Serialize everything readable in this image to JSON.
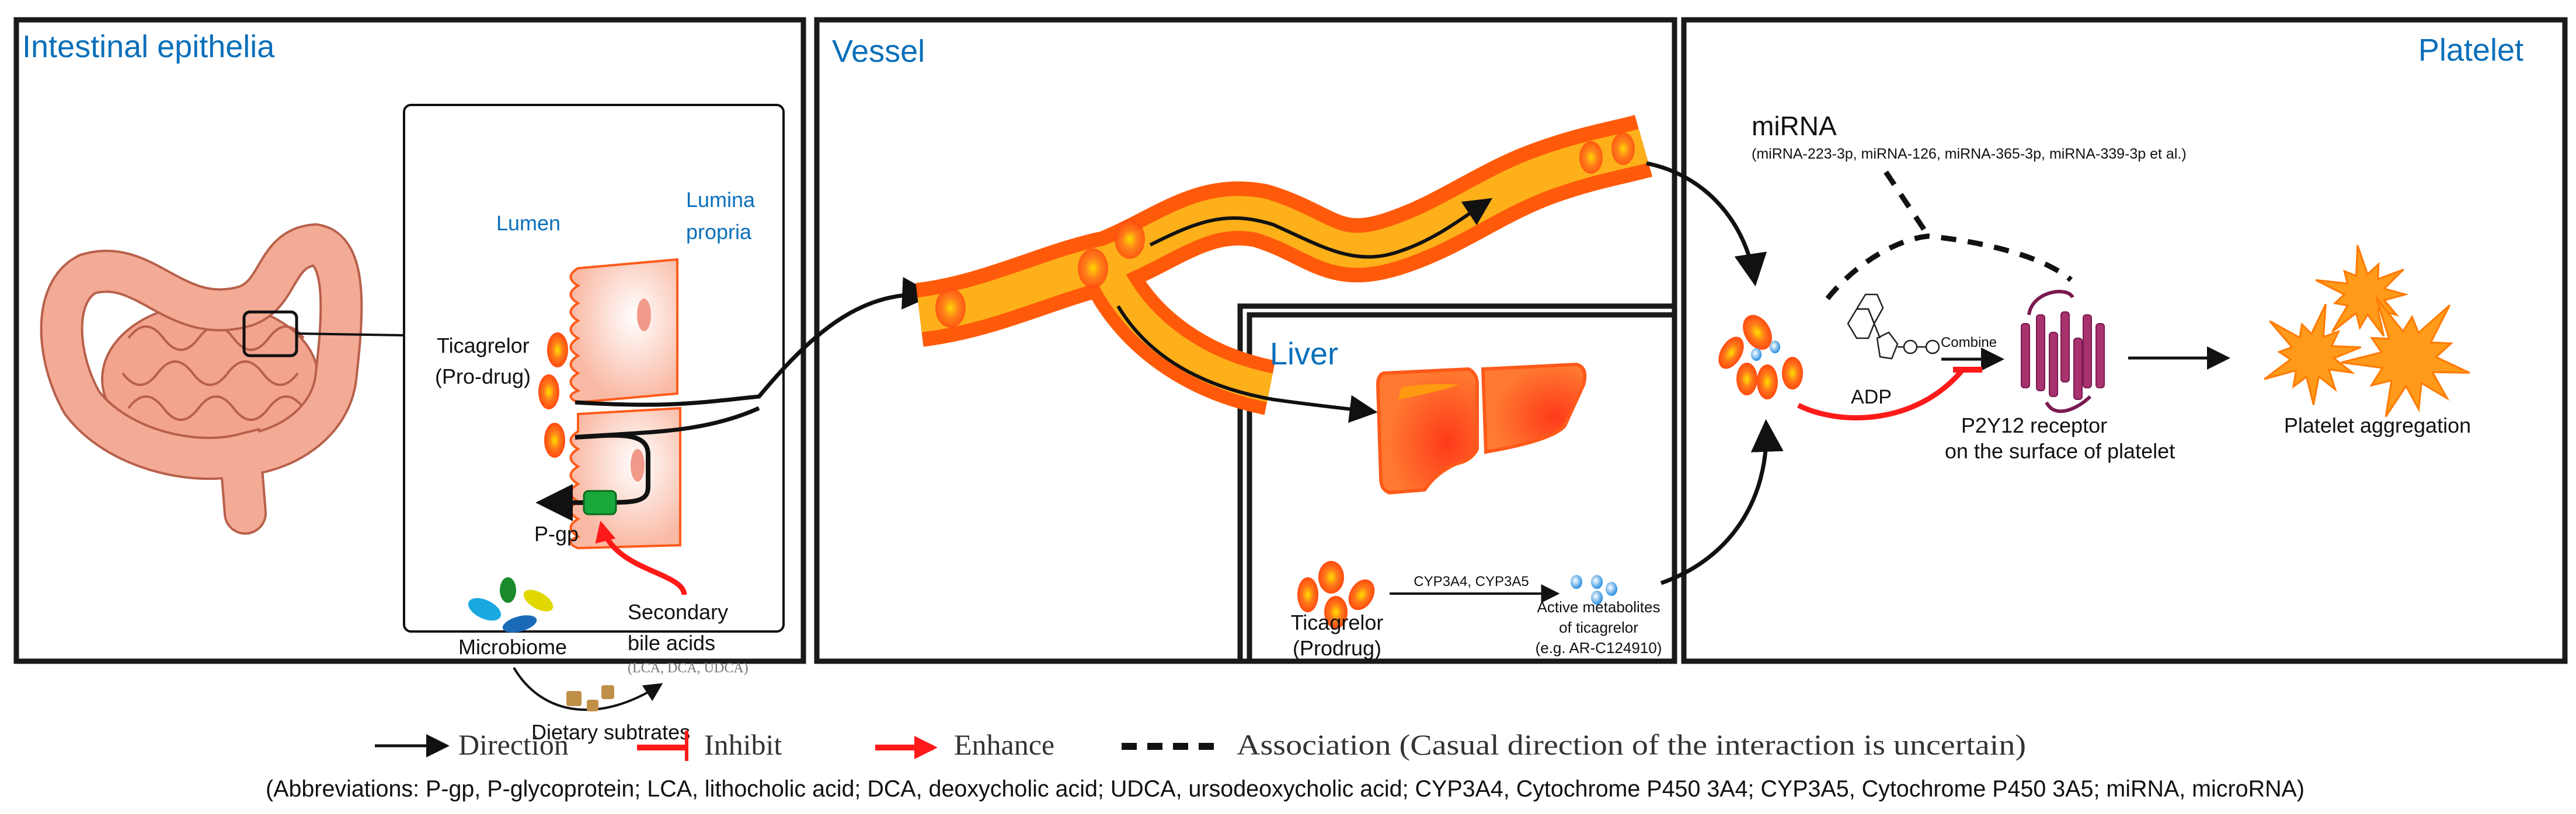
{
  "panels": {
    "intestine": {
      "title": "Intestinal epithelia",
      "lumen": "Lumen",
      "lamina_1": "Lumina",
      "lamina_2": "propria",
      "drug_1": "Ticagrelor",
      "drug_2": "(Pro-drug)",
      "pgp": "P-gp",
      "microbiome": "Microbiome",
      "bile_1": "Secondary",
      "bile_2": "bile acids",
      "bile_3": "(LCA, DCA, UDCA)",
      "dietary": "Dietary subtrates"
    },
    "vessel": {
      "title": "Vessel"
    },
    "liver": {
      "title": "Liver",
      "drug_1": "Ticagrelor",
      "drug_2": "(Prodrug)",
      "enzymes": "CYP3A4, CYP3A5",
      "metab_1": "Active metabolites",
      "metab_2": "of ticagrelor",
      "metab_3": "(e.g. AR-C124910)"
    },
    "platelet": {
      "title": "Platelet",
      "mirna": "miRNA",
      "mirna_list": "(miRNA-223-3p, miRNA-126, miRNA-365-3p, miRNA-339-3p et al.)",
      "adp": "ADP",
      "combine": "Combine",
      "receptor_1": "P2Y12 receptor",
      "receptor_2": "on the surface of platelet",
      "aggregation": "Platelet aggregation"
    }
  },
  "legend": {
    "direction": "Direction",
    "inhibit": "Inhibit",
    "enhance": "Enhance",
    "association": "Association (Casual direction of the interaction is uncertain)",
    "abbreviations": "(Abbreviations: P-gp, P-glycoprotein; LCA, lithocholic acid; DCA, deoxycholic acid; UDCA, ursodeoxycholic acid; CYP3A4, Cytochrome P450 3A4; CYP3A5, Cytochrome P450 3A5; miRNA, microRNA)"
  },
  "colors": {
    "title_blue": "#0a6fba",
    "inhibit_enhance_red": "#ff1a1a",
    "vessel_outer": "#ff5a0a",
    "vessel_inner": "#fdb01a",
    "receptor_purple": "#9b2a6a",
    "platelet_orange": "#ff9a1a"
  }
}
